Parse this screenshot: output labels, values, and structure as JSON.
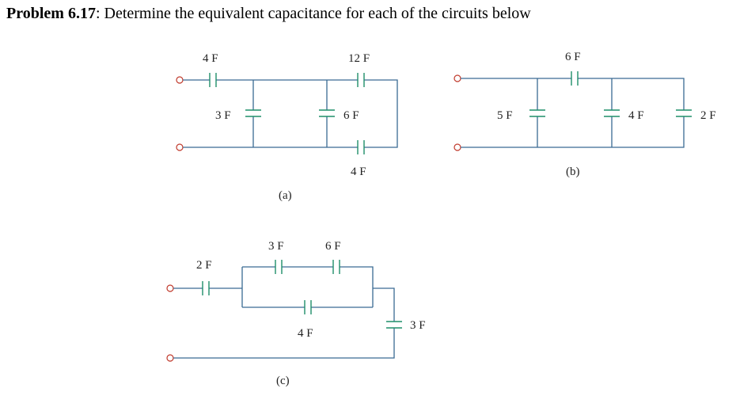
{
  "title": {
    "prefix": "Problem 6.17",
    "text": ": Determine the equivalent capacitance for each of the circuits below"
  },
  "circuit_a": {
    "caption": "(a)",
    "c_series_left": "4 F",
    "c_shunt_left": "3 F",
    "c_top": "12 F",
    "c_shunt_mid": "6 F",
    "c_bottom": "4 F"
  },
  "circuit_b": {
    "caption": "(b)",
    "c_shunt_left": "5 F",
    "c_top": "6 F",
    "c_shunt_mid": "4 F",
    "c_shunt_right": "2 F"
  },
  "circuit_c": {
    "caption": "(c)",
    "c_series_left": "2 F",
    "c_top_left": "3 F",
    "c_top_right": "6 F",
    "c_bottom": "4 F",
    "c_right": "3 F"
  },
  "colors": {
    "wire": "#3a6b93",
    "capacitor_plate": "#1f8f6a",
    "terminal": "#c0392b"
  }
}
